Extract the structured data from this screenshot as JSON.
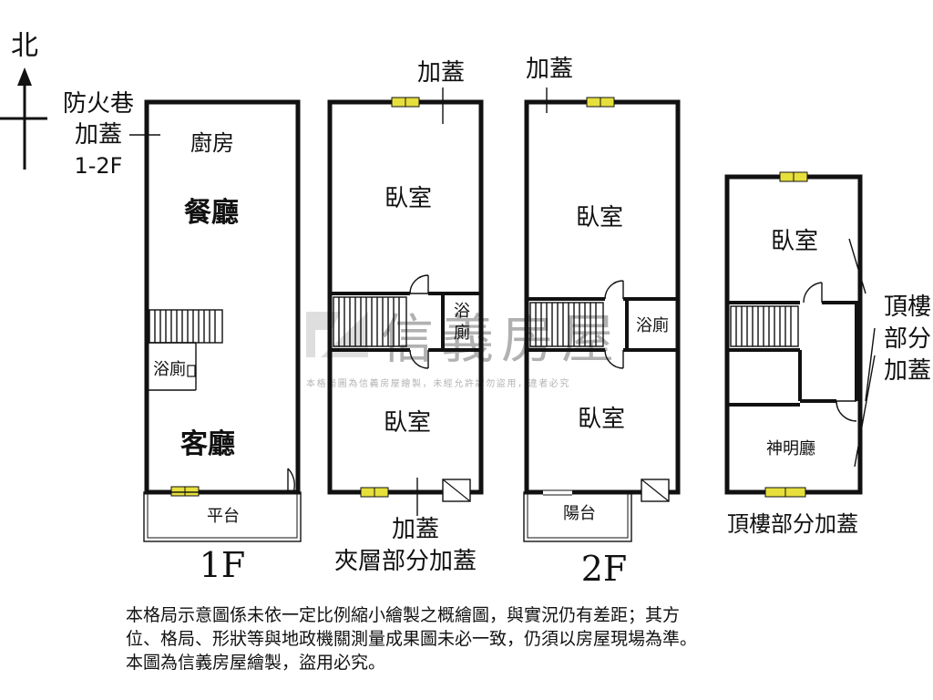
{
  "compass": {
    "label": "北"
  },
  "floor1": {
    "caption": "1F",
    "annex_note": [
      "防火巷",
      "加蓋",
      "1-2F"
    ],
    "rooms": {
      "kitchen": "廚房",
      "dining": "餐廳",
      "bath": "浴廁",
      "living": "客廳",
      "platform": "平台"
    }
  },
  "mezzanine": {
    "top_note": "加蓋",
    "bottom_note_1": "加蓋",
    "bottom_note_2": "夾層部分加蓋",
    "rooms": {
      "bedroom_top": "臥室",
      "bath_line1": "浴",
      "bath_line2": "廁",
      "bedroom_bottom": "臥室"
    }
  },
  "floor2": {
    "caption": "2F",
    "top_note": "加蓋",
    "rooms": {
      "bedroom_top": "臥室",
      "bath": "浴廁",
      "bedroom_bottom": "臥室",
      "balcony": "陽台"
    }
  },
  "roof": {
    "rooms": {
      "bedroom": "臥室",
      "shrine": "神明廳"
    },
    "side_note": [
      "頂樓",
      "部分",
      "加蓋"
    ],
    "bottom_note": "頂樓部分加蓋"
  },
  "watermark": {
    "brand": "信義房屋",
    "notice": "本格局圖為信義房屋繪製，未經允許請勿盜用，違者必究"
  },
  "disclaimer": {
    "lines": [
      "本格局示意圖係未依一定比例縮小繪製之概繪圖，與實況仍有差距；其方",
      "位、格局、形狀等與地政機關測量成果圖未必一致，仍須以房屋現場為準。",
      "本圖為信義房屋繪製，盜用必究。"
    ]
  }
}
